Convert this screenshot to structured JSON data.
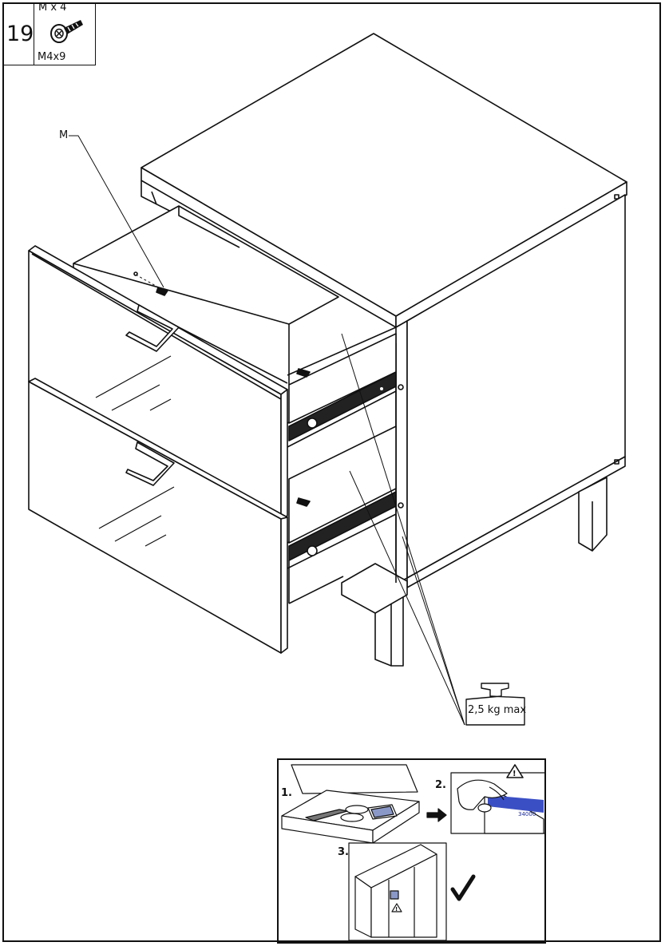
{
  "step": {
    "number": "19"
  },
  "part": {
    "quantity": "M x 4",
    "code": "M4x9",
    "icon": "screw-icon"
  },
  "callouts": {
    "screw_label": "M",
    "weight_limit": "2,5 kg max"
  },
  "notice": {
    "step1": "1.",
    "step2": "2.",
    "step3": "3.",
    "label_text": "34000",
    "warning_icon": "warning-triangle-icon",
    "ok_icon": "checkmark-icon"
  }
}
